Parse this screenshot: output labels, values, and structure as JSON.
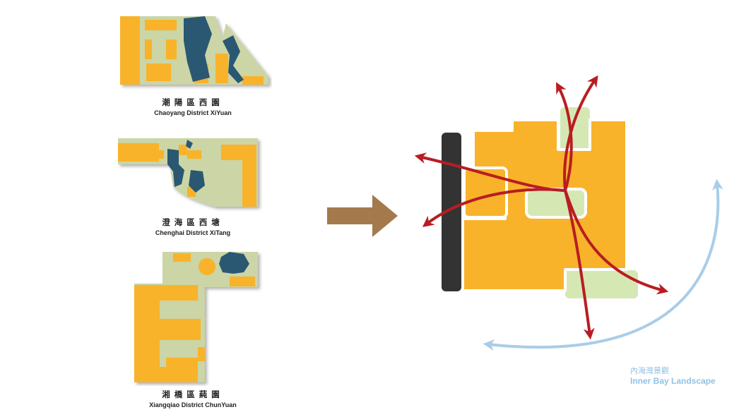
{
  "colors": {
    "building": "#f8b32b",
    "garden": "#cbd5a6",
    "water": "#2a5873",
    "road": "#333333",
    "lawn": "#d5e8b4",
    "flow_arrow": "#b91c22",
    "transform_arrow": "#a47a4c",
    "bay_arrow": "#a9cde8"
  },
  "precedents": [
    {
      "name_cn": "潮陽區西園",
      "name_en": "Chaoyang District XiYuan"
    },
    {
      "name_cn": "澄海區西塘",
      "name_en": "Chenghai District XiTang"
    },
    {
      "name_cn": "湘橋區蒓園",
      "name_en": "Xiangqiao District ChunYuan"
    }
  ],
  "landscape": {
    "name_cn": "內海灣景觀",
    "name_en": "Inner Bay Landscape"
  }
}
